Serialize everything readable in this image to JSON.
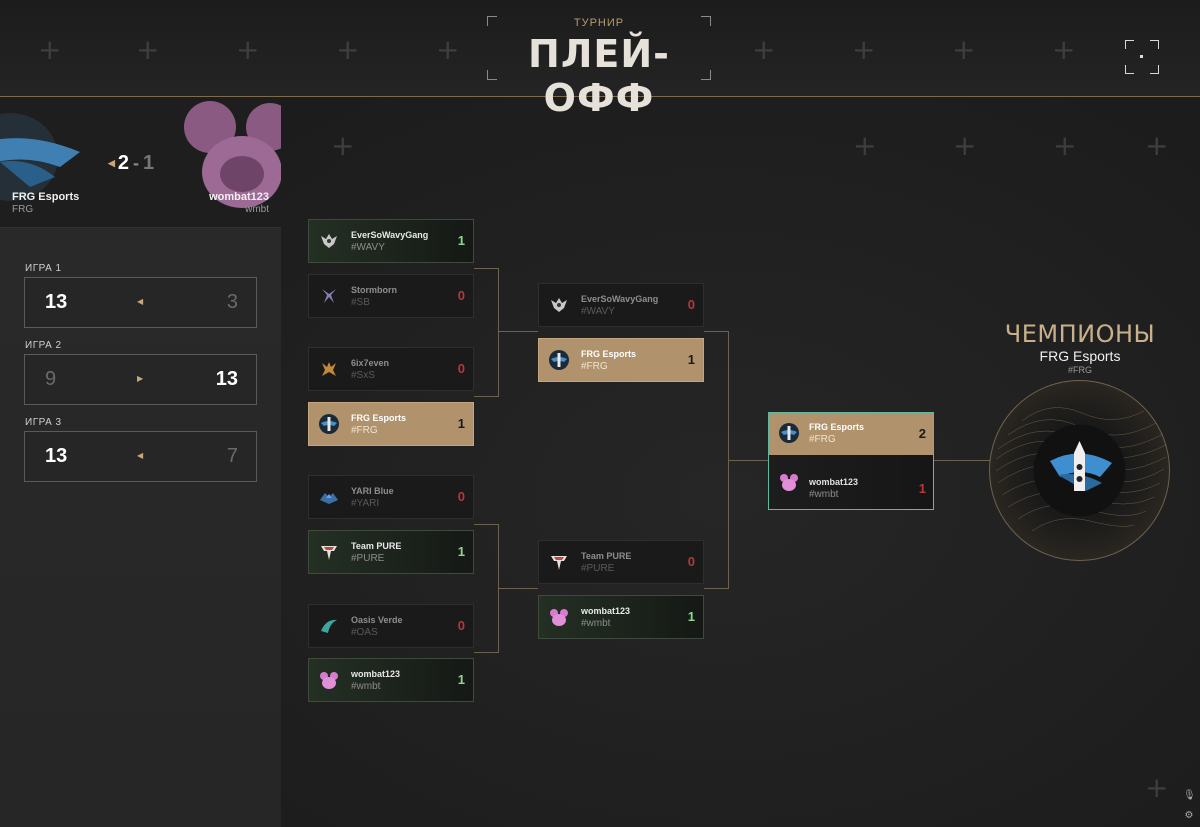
{
  "header": {
    "subtitle": "ТУРНИР",
    "title": "ПЛЕЙ-ОФФ",
    "close_icon": "expand-corners-icon"
  },
  "current_match": {
    "score_left": "2",
    "score_sep": "-",
    "score_right": "1",
    "team_left": {
      "name": "FRG Esports",
      "tag": "FRG"
    },
    "team_right": {
      "name": "wombat123",
      "tag": "wmbt"
    },
    "games": [
      {
        "label": "ИГРА 1",
        "left": "13",
        "right": "3",
        "winner": "left"
      },
      {
        "label": "ИГРА 2",
        "left": "9",
        "right": "13",
        "winner": "right"
      },
      {
        "label": "ИГРА 3",
        "left": "13",
        "right": "7",
        "winner": "left"
      }
    ]
  },
  "bracket": {
    "round1": [
      {
        "name": "EverSoWavyGang",
        "tag": "#WAVY",
        "score": "1",
        "state": "winner"
      },
      {
        "name": "Stormborn",
        "tag": "#SB",
        "score": "0",
        "state": "loser"
      },
      {
        "name": "6ix7even",
        "tag": "#SxS",
        "score": "0",
        "state": "loser"
      },
      {
        "name": "FRG Esports",
        "tag": "#FRG",
        "score": "1",
        "state": "champ"
      },
      {
        "name": "YARI Blue",
        "tag": "#YARI",
        "score": "0",
        "state": "loser"
      },
      {
        "name": "Team PURE",
        "tag": "#PURE",
        "score": "1",
        "state": "winner"
      },
      {
        "name": "Oasis Verde",
        "tag": "#OAS",
        "score": "0",
        "state": "loser"
      },
      {
        "name": "wombat123",
        "tag": "#wmbt",
        "score": "1",
        "state": "winner"
      }
    ],
    "round2": [
      {
        "name": "EverSoWavyGang",
        "tag": "#WAVY",
        "score": "0",
        "state": "loser"
      },
      {
        "name": "FRG Esports",
        "tag": "#FRG",
        "score": "1",
        "state": "champ"
      },
      {
        "name": "Team PURE",
        "tag": "#PURE",
        "score": "0",
        "state": "loser"
      },
      {
        "name": "wombat123",
        "tag": "#wmbt",
        "score": "1",
        "state": "winner"
      }
    ],
    "final": [
      {
        "name": "FRG Esports",
        "tag": "#FRG",
        "score": "2"
      },
      {
        "name": "wombat123",
        "tag": "#wmbt",
        "score": "1"
      }
    ]
  },
  "champion": {
    "title": "ЧЕМПИОНЫ",
    "name": "FRG Esports",
    "tag": "#FRG"
  },
  "colors": {
    "accent_gold": "#b0936d",
    "win_green": "#8fd68f",
    "lose_red": "#b33a3a",
    "final_border": "#5fb8a0"
  }
}
